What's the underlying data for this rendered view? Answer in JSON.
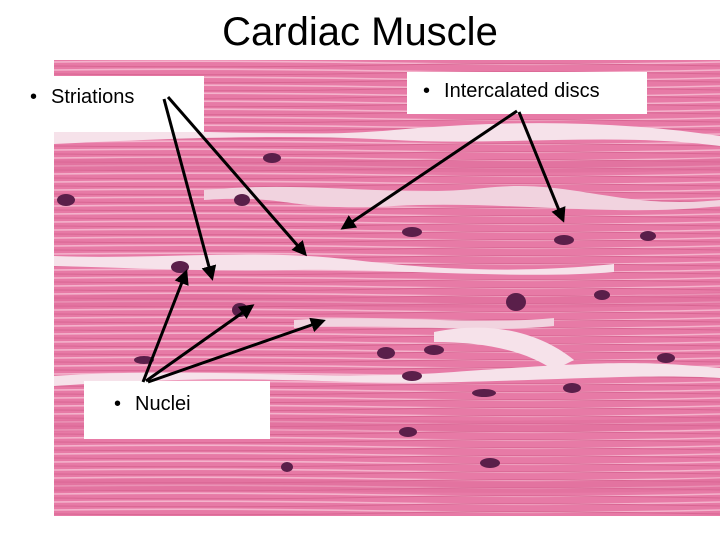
{
  "slide": {
    "title": "Cardiac Muscle"
  },
  "labels": {
    "striations": "Striations",
    "intercalated_discs": "Intercalated discs",
    "nuclei": "Nuclei",
    "bullet": "•"
  },
  "colors": {
    "tissue_base": "#e77aa6",
    "fiber_light": "#f3a9c6",
    "fiber_dark": "#d9608f",
    "gap": "#f6e2ea",
    "nucleus": "#5a1f4a",
    "arrow": "#000000"
  }
}
